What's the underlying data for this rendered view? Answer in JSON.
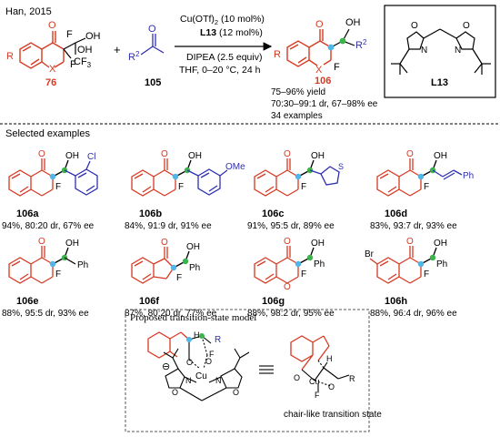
{
  "header": {
    "citation": "Han, 2015"
  },
  "scheme": {
    "reactant1_label": "76",
    "reactant2_label": "105",
    "product_label": "106",
    "conditions": [
      "Cu(OTf)",
      "2",
      "(10 mol%)",
      "L13",
      " (12 mol%)",
      "DIPEA (2.5 equiv)",
      "THF, 0–20 °C, 24 h"
    ],
    "results": [
      "75–96% yield",
      "70:30–99:1 dr, 67–98% ee",
      "34 examples"
    ],
    "ligand_label": "L13",
    "atoms": {
      "R": "R",
      "X": "X",
      "O": "O",
      "F": "F",
      "OH": "OH",
      "CF3": "CF",
      "CF3_sub": "3",
      "R2": "R",
      "R2_sup": "2",
      "H": "H",
      "N": "N"
    }
  },
  "section_title": "Selected examples",
  "examples": [
    {
      "id": "106a",
      "stats": "94%, 80:20 dr, 67% ee",
      "sub": "Cl"
    },
    {
      "id": "106b",
      "stats": "84%, 91:9 dr, 91% ee",
      "sub": "OMe"
    },
    {
      "id": "106c",
      "stats": "91%, 95:5 dr, 89% ee",
      "sub": "S"
    },
    {
      "id": "106d",
      "stats": "83%, 93:7 dr, 93% ee",
      "sub": "Ph"
    },
    {
      "id": "106e",
      "stats": "88%, 95:5 dr, 93% ee",
      "sub": "Ph"
    },
    {
      "id": "106f",
      "stats": "87%, 80:20 dr, 77% ee",
      "sub": "Ph"
    },
    {
      "id": "106g",
      "stats": "88%, 98:2 dr, 95% ee",
      "sub": "Ph"
    },
    {
      "id": "106h",
      "stats": "88%, 96:4 dr, 96% ee",
      "sub": "Ph",
      "br": "Br"
    }
  ],
  "ts_box": {
    "title": "Proposed transition-state model",
    "caption": "chair-like transition state",
    "cu": "Cu",
    "ominus": "O",
    "minus": "⊖"
  },
  "colors": {
    "red": "#d63a22",
    "blue": "#2f2fb0",
    "green": "#3cb44b",
    "cyan": "#4fb8e8"
  }
}
